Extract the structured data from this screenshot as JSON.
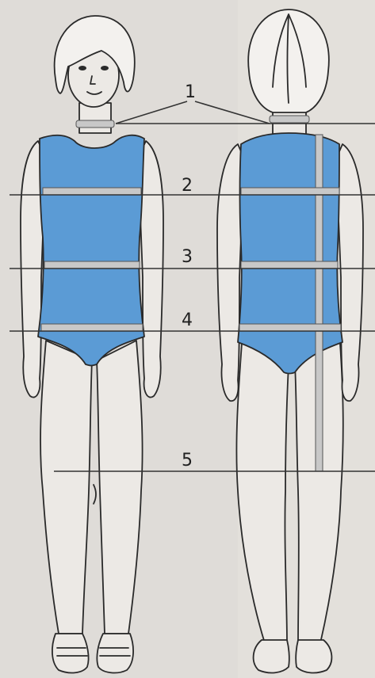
{
  "measurement_labels": [
    {
      "id": "neck",
      "label": "1"
    },
    {
      "id": "chest",
      "label": "2"
    },
    {
      "id": "waist",
      "label": "3"
    },
    {
      "id": "hips",
      "label": "4"
    },
    {
      "id": "knee",
      "label": "5"
    }
  ],
  "colors": {
    "background": "#dfdcd8",
    "leotard": "#5b9bd5",
    "tape": "#c8c8c8",
    "line": "#333333"
  }
}
